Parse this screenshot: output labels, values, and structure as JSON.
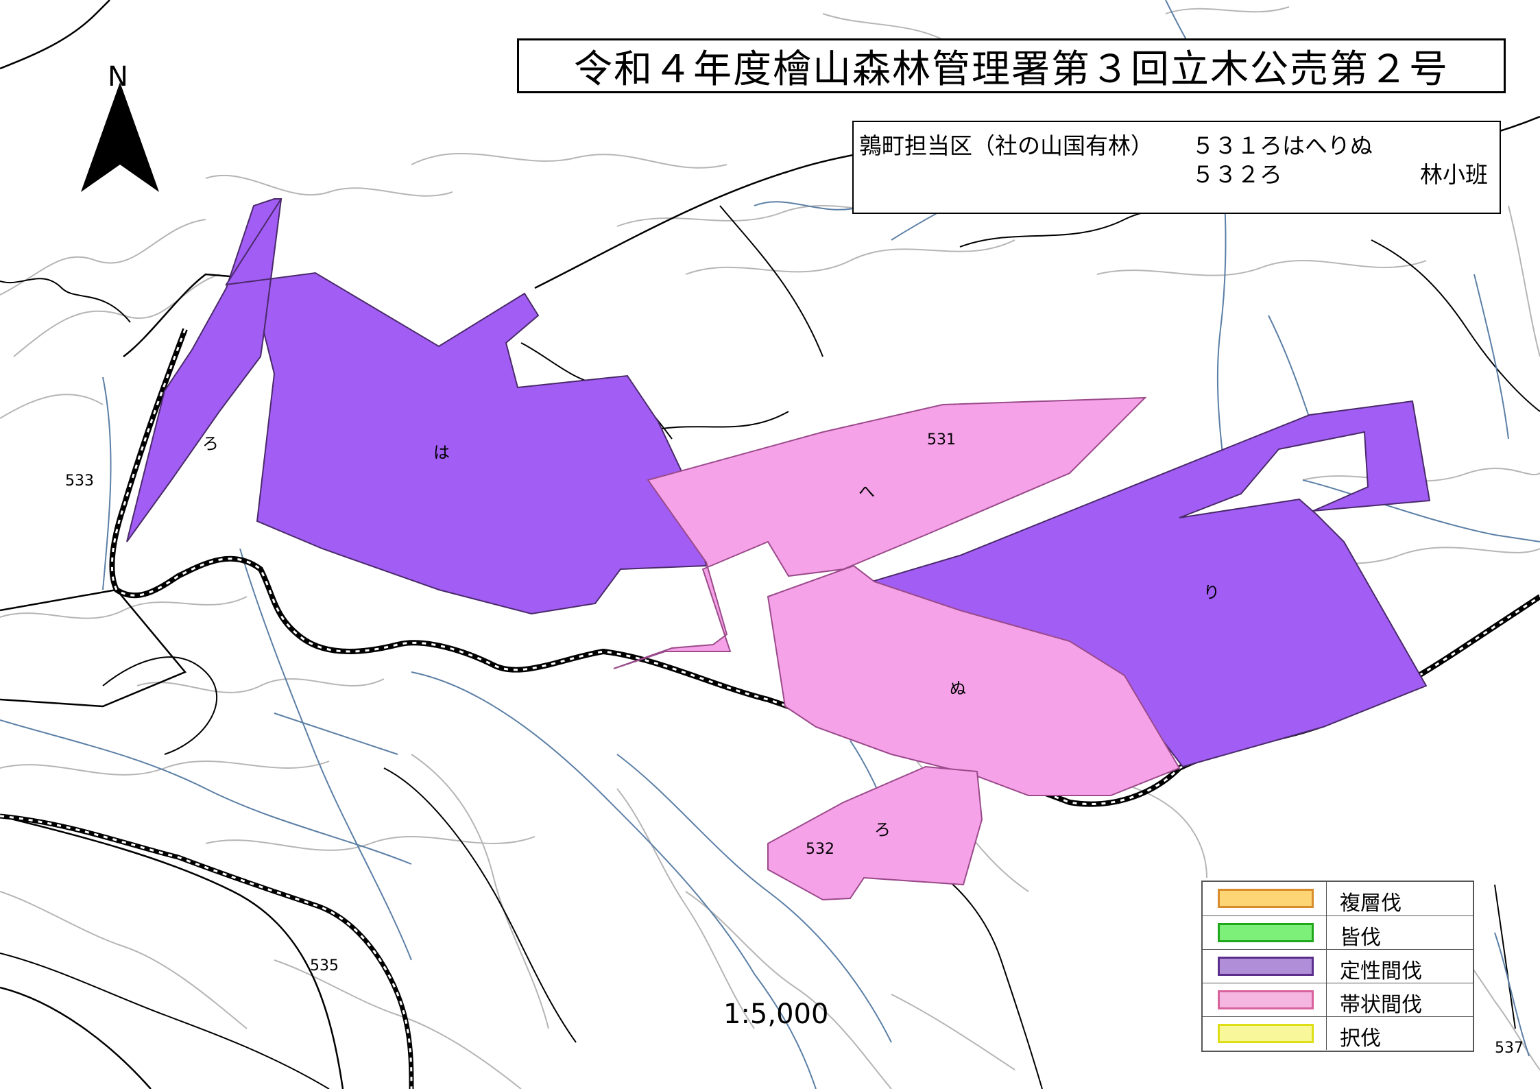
{
  "title": "令和４年度檜山森林管理署第３回立木公売第２号",
  "info": {
    "area": "鶉町担当区（社の山国有林）",
    "compartments_line1": "５３１ろはへりぬ",
    "compartments_line2": "５３２ろ",
    "suffix": "林小班"
  },
  "north_label": "N",
  "scale": "1:5,000",
  "compartment_numbers": {
    "c531": "531",
    "c532": "532",
    "c533": "533",
    "c535": "535",
    "c537": "537"
  },
  "subcompartments": {
    "ro_531": "ろ",
    "ha": "は",
    "he": "へ",
    "ri": "り",
    "nu": "ぬ",
    "ro_532": "ろ"
  },
  "colors": {
    "thinning_selective": "#a25df5",
    "thinning_strip": "#f5a2e8",
    "contour": "#b5b5b5",
    "contour_index": "#000000",
    "stream": "#5b7fa6"
  },
  "legend": [
    {
      "label": "複層伐",
      "fill": "#fdd574",
      "border": "#d88c2c"
    },
    {
      "label": "皆伐",
      "fill": "#7df07a",
      "border": "#21a71c"
    },
    {
      "label": "定性間伐",
      "fill": "#b08fd8",
      "border": "#5b2e8c"
    },
    {
      "label": "帯状間伐",
      "fill": "#f6b6e2",
      "border": "#d8629b"
    },
    {
      "label": "択伐",
      "fill": "#f8f89a",
      "border": "#dede16"
    }
  ]
}
